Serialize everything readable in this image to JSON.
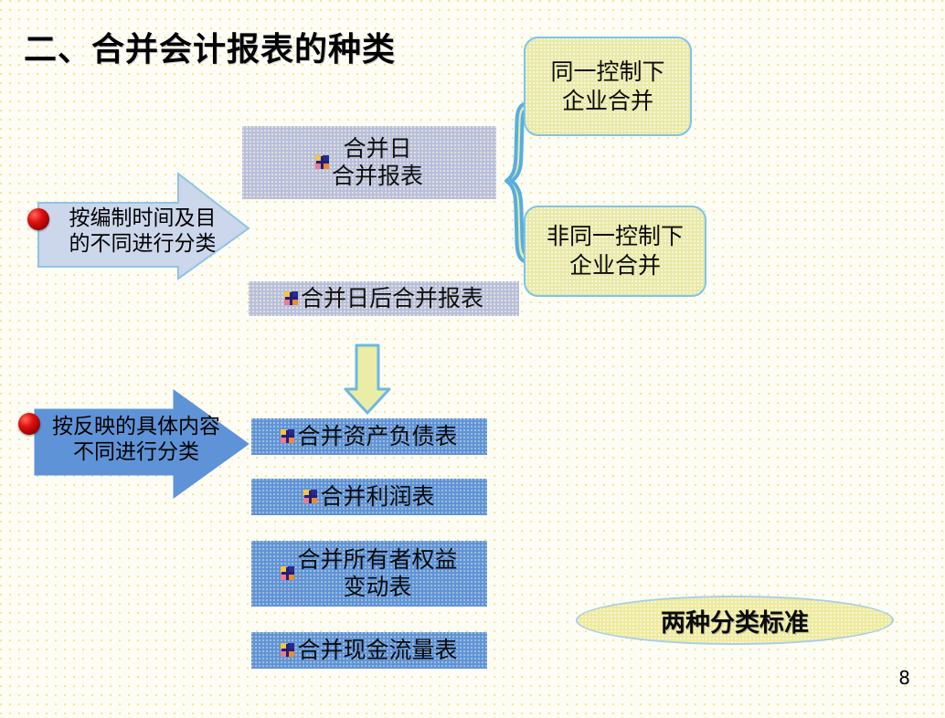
{
  "slide": {
    "title": "二、合并会计报表的种类",
    "page_number": "8",
    "background_color": "#fdfdf5"
  },
  "classification_arrows": [
    {
      "name": "by-preparation-time",
      "label": "按编制时间及目\n的不同进行分类",
      "fill": "#ccd7ec",
      "border": "#8fc4e6",
      "bullet": "red-sphere-bullet"
    },
    {
      "name": "by-content",
      "label": "按反映的具体内容\n不同进行分类",
      "fill": "#5f93d8",
      "border": "#5f93d8",
      "bullet": "red-sphere-bullet"
    }
  ],
  "time_reports": [
    {
      "label": "合并日\n合并报表",
      "fill": "#b8bedd"
    },
    {
      "label": "合并日后合并报表",
      "fill": "#b8bedd"
    }
  ],
  "brace": {
    "name": "left-curly-brace",
    "fill": "#e9e9a8",
    "stroke": "#56aee0"
  },
  "merger_types": [
    {
      "label": "同一控制下\n企业合并",
      "fill": "#e9e9a8",
      "border": "#7ec4e8"
    },
    {
      "label": "非同一控制下\n企业合并",
      "fill": "#e9e9a8",
      "border": "#7ec4e8"
    }
  ],
  "down_arrow": {
    "name": "down-arrow",
    "fill": "#e9eda6",
    "stroke": "#6fb8e0"
  },
  "content_reports": [
    {
      "label": "合并资产负债表",
      "fill": "#5f93d8"
    },
    {
      "label": "合并利润表",
      "fill": "#5f93d8"
    },
    {
      "label": "合并所有者权益\n变动表",
      "fill": "#5f93d8"
    },
    {
      "label": "合并现金流量表",
      "fill": "#5f93d8"
    }
  ],
  "summary": {
    "label": "两种分类标准",
    "fill": "#eeea9e",
    "border": "#a9cfe4"
  }
}
